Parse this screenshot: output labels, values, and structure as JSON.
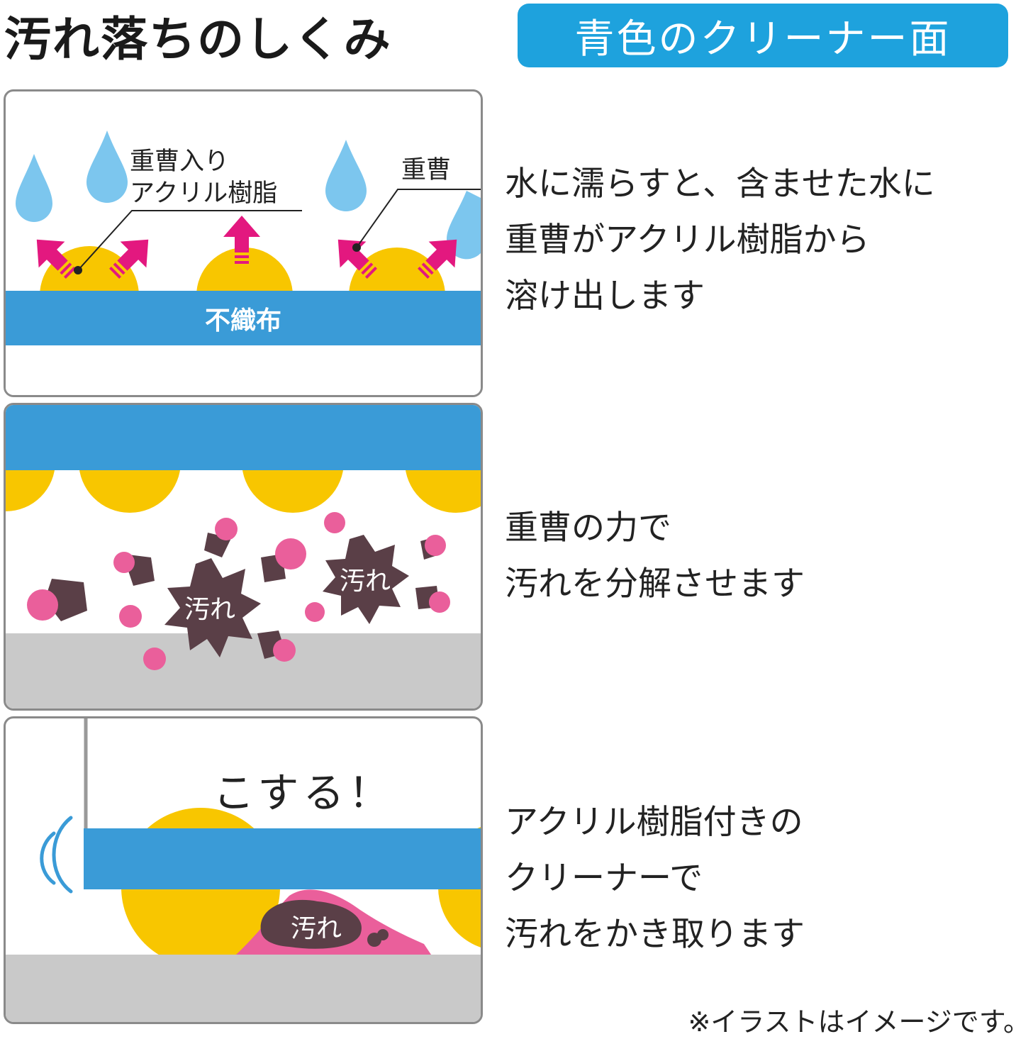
{
  "title": "汚れ落ちのしくみ",
  "badge": "青色のクリーナー面",
  "panels": [
    {
      "labels": {
        "resin": [
          "重曹入り",
          "アクリル樹脂"
        ],
        "soda": "重曹",
        "fabric": "不織布"
      },
      "description": [
        "水に濡らすと、含ませた水に",
        "重曹がアクリル樹脂から",
        "溶け出します"
      ]
    },
    {
      "labels": {
        "dirt": "汚れ"
      },
      "description": [
        "重曹の力で",
        "汚れを分解させます"
      ]
    },
    {
      "labels": {
        "rub": "こする！",
        "dirt": "汚れ"
      },
      "description": [
        "アクリル樹脂付きの",
        "クリーナーで",
        "汚れをかき取ります"
      ]
    }
  ],
  "footnote": "※イラストはイメージです。",
  "colors": {
    "blue": "#3a9bd7",
    "yellow": "#f8c600",
    "magenta": "#e3187f",
    "dirt": "#5a3f47",
    "pink": "#ea5f9b",
    "gray": "#c9c9c9",
    "drop": "#7cc6ee"
  }
}
